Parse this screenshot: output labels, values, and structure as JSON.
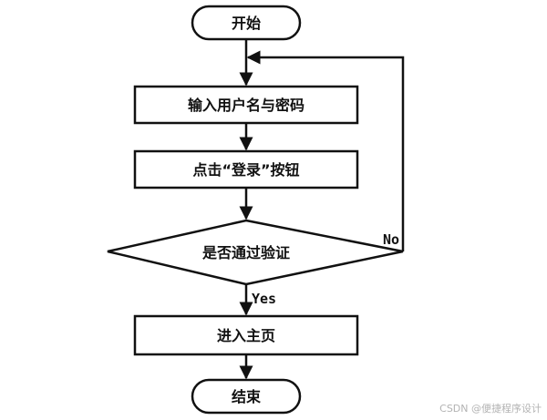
{
  "nodes": {
    "start": "开始",
    "input_credentials": "输入用户名与密码",
    "click_login": "点击“登录”按钮",
    "verify": "是否通过验证",
    "enter_home": "进入主页",
    "end": "结束"
  },
  "edges": {
    "no_label": "No",
    "yes_label": "Yes"
  },
  "watermark": "CSDN @便捷程序设计"
}
